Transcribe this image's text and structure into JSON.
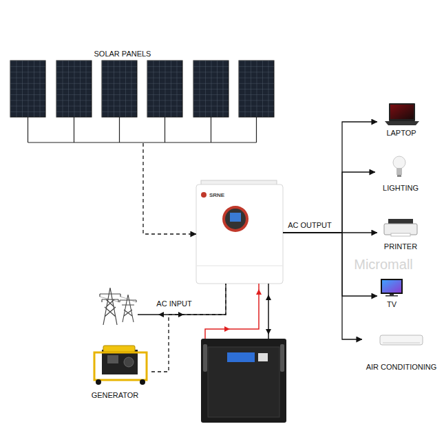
{
  "diagram": {
    "nodes": [
      {
        "text": [
          "SOLAR PANELS"
        ]
      },
      {
        "text": [
          "SRNE"
        ]
      },
      {
        "text": [
          "LAPTOP"
        ]
      },
      {
        "text": [
          "LIGHTING"
        ]
      },
      {
        "text": [
          "PRINTER"
        ]
      },
      {
        "text": [
          "TV"
        ]
      },
      {
        "text": [
          "AIR CONDITIONING"
        ]
      },
      {
        "text": [
          "GENERATOR"
        ]
      }
    ],
    "edges": [
      {
        "from": 0,
        "to": 1,
        "arrow": "to"
      },
      {
        "from": 1,
        "to": 2,
        "arrow": "to"
      },
      {
        "from": 1,
        "to": 3,
        "arrow": "to"
      },
      {
        "from": 1,
        "to": 4,
        "arrow": "to"
      },
      {
        "from": 1,
        "to": 5,
        "arrow": "to"
      },
      {
        "from": 1,
        "to": 6,
        "arrow": "to"
      },
      {
        "from": 7,
        "to": 1,
        "arrow": "none"
      }
    ],
    "labels": [
      "AC OUTPUT",
      "AC INPUT",
      "Micromall"
    ]
  }
}
